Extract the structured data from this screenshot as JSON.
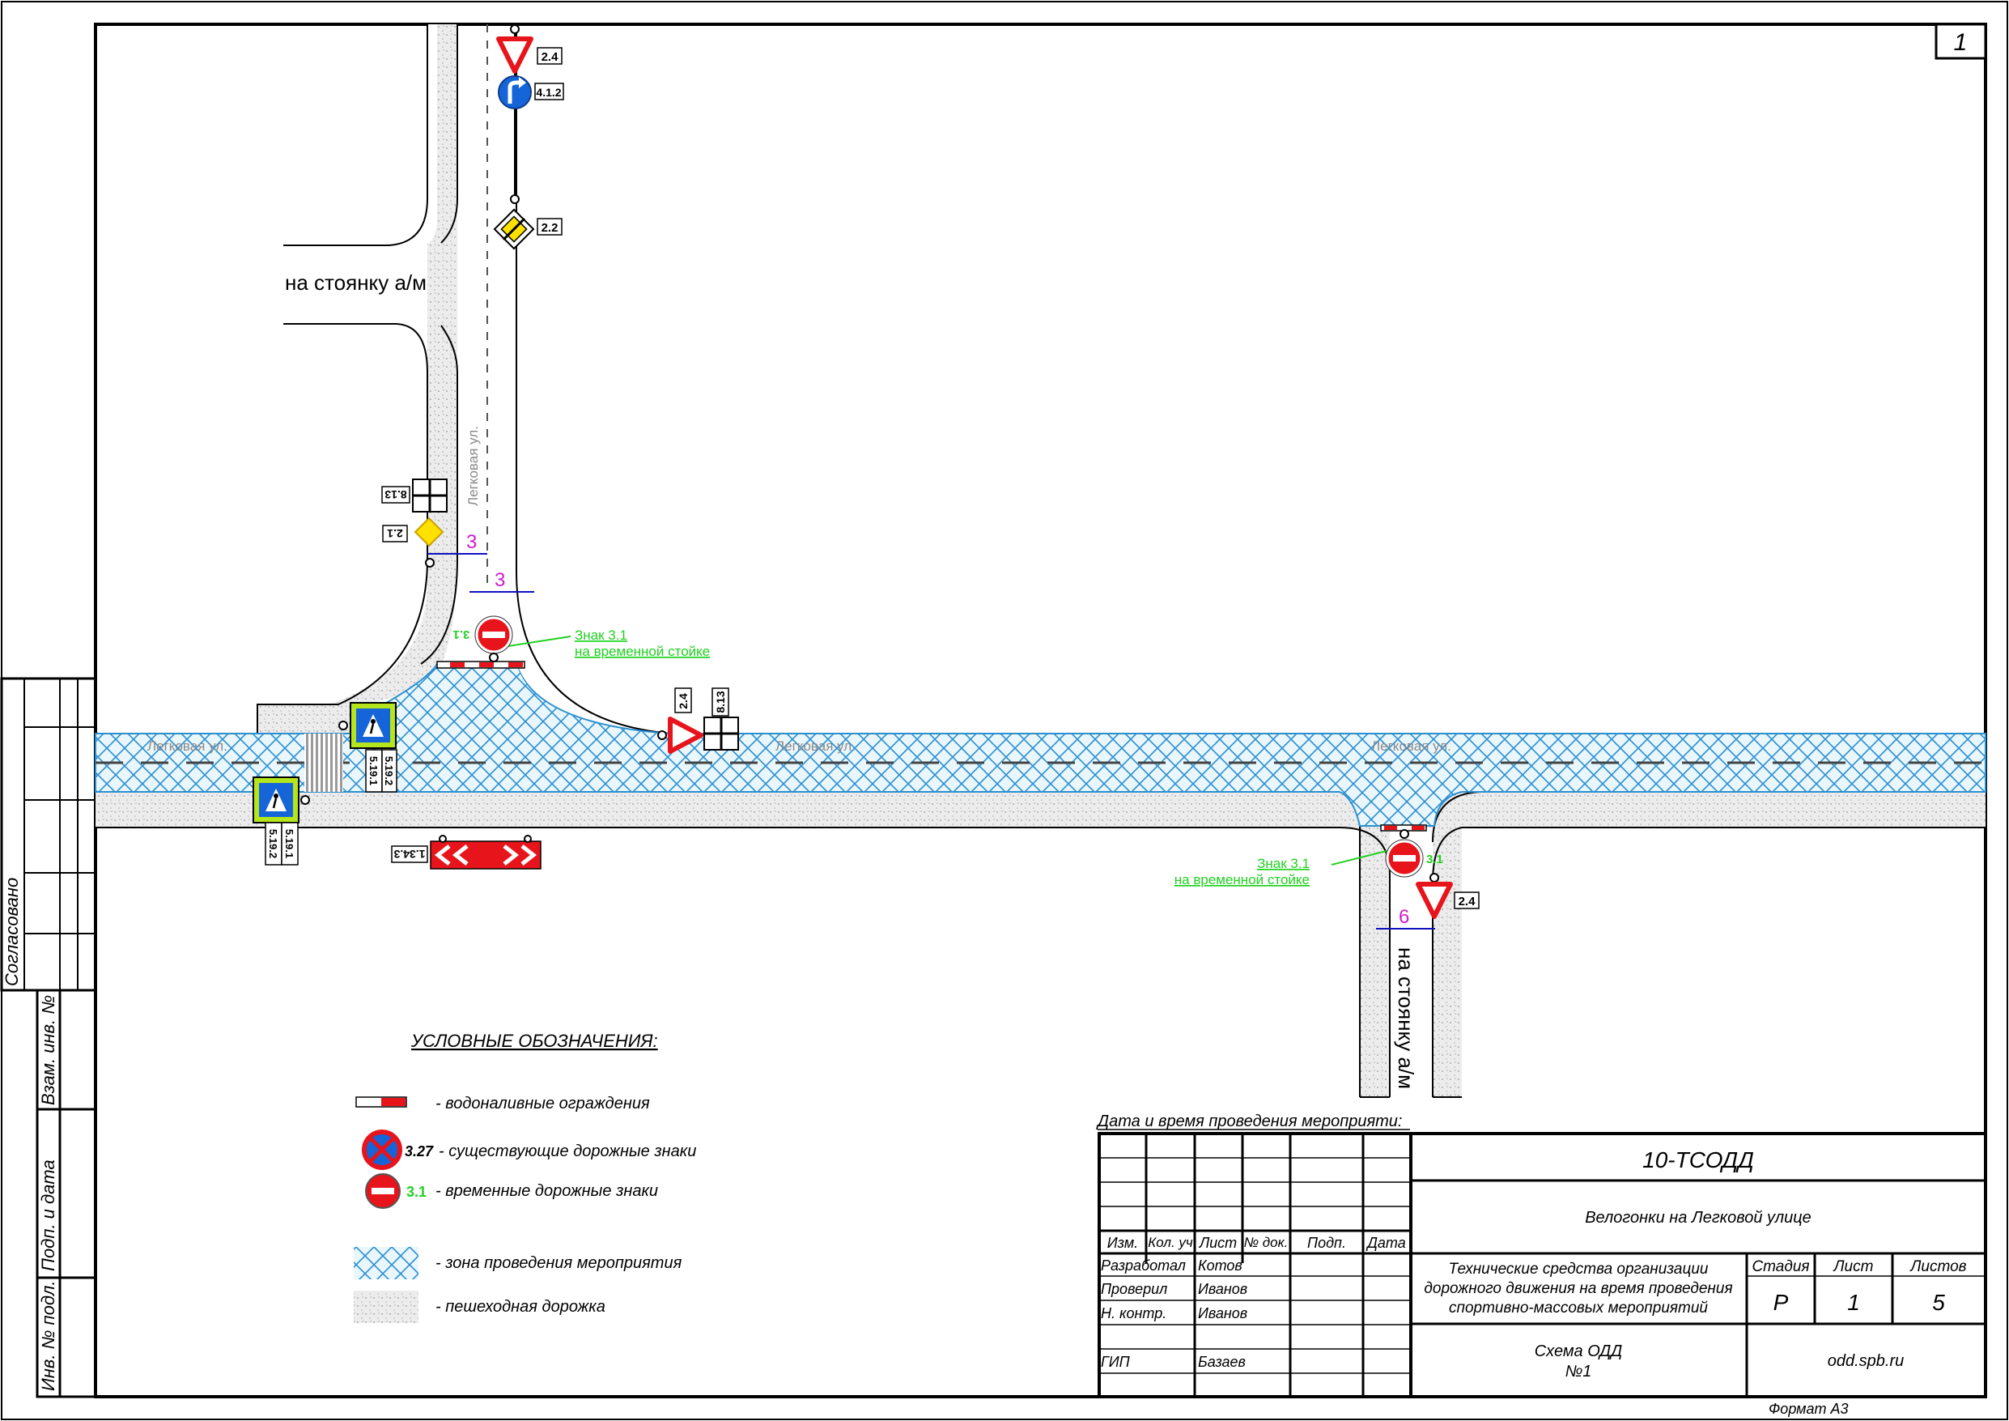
{
  "sheet": {
    "number": "1",
    "format": "Формат А3"
  },
  "streets": {
    "legkovaya_vertical": "Легковая ул.",
    "legkovaya_horizontal_left": "Легковая ул.",
    "legkovaya_horizontal_mid": "Легковая ул.",
    "legkovaya_horizontal_right": "Легковая ул."
  },
  "directions": {
    "parking_left": "на стоянку а/м",
    "parking_bottom": "на стоянку а/м"
  },
  "dimensions": {
    "d1": "3",
    "d2": "3",
    "d3": "6"
  },
  "notes": {
    "temp_sign_top_1": "Знак 3.1",
    "temp_sign_top_2": "на временной стойке",
    "temp_sign_bottom_1": "Знак 3.1",
    "temp_sign_bottom_2": "на временной стойке"
  },
  "sign_codes": {
    "s_2_4_top": "2.4",
    "s_4_1_2": "4.1.2",
    "s_2_2": "2.2",
    "s_8_13_left": "8.13",
    "s_2_1": "2.1",
    "s_3_1_top": "3.1",
    "s_2_4_mid": "2.4",
    "s_8_13_mid": "8.13",
    "s_5_19_1": "5.19.1",
    "s_5_19_2_top": "5.19.2",
    "s_5_19_2_bottom": "5.19.2",
    "s_1_34_3": "1.34.3",
    "s_3_1_bottom": "3.1",
    "s_2_4_bottom": "2.4"
  },
  "legend": {
    "title": "УСЛОВНЫЕ ОБОЗНАЧЕНИЯ:",
    "barrier": "- водоналивные ограждения",
    "existing_code": "3.27",
    "existing": "- существующие дорожные знаки",
    "temporary_code": "3.1",
    "temporary": "- временные дорожные знаки",
    "zone": "- зона проведения мероприятия",
    "sidewalk": "- пешеходная дорожка"
  },
  "side_stamp": {
    "agreed": "Согласовано",
    "swap_inv": "Взам. инв. №",
    "sign_date": "Подп. и дата",
    "inv_orig": "Инв. № подл."
  },
  "title_block": {
    "date_caption": "Дата и время проведения мероприяти:",
    "code": "10-ТСОДД",
    "event": "Велогонки на Легковой улице",
    "desc_1": "Технические средства организации",
    "desc_2": "дорожного движения на время проведения",
    "desc_3": "спортивно-массовых мероприятий",
    "scheme_1": "Схема ОДД",
    "scheme_2": "№1",
    "site": "odd.spb.ru",
    "stage_h": "Стадия",
    "sheet_h": "Лист",
    "sheets_h": "Листов",
    "stage": "Р",
    "sheet": "1",
    "sheets": "5",
    "col_izm": "Изм.",
    "col_kol": "Кол. уч",
    "col_list": "Лист",
    "col_doc": "№ док.",
    "col_sign": "Подп.",
    "col_date": "Дата",
    "role_dev": "Разработал",
    "role_chk": "Проверил",
    "role_nctl": "Н. контр.",
    "role_gip": "ГИП",
    "name_dev": "Котов",
    "name_chk": "Иванов",
    "name_nctl": "Иванов",
    "name_gip": "Базаев"
  },
  "colors": {
    "zone_hatch": "#2a8fd0",
    "sign_red": "#e8141c",
    "sign_blue": "#1565d8",
    "sign_yellow": "#ffe100",
    "annotation_green": "#1fd11f",
    "dimension_magenta": "#d21bd2"
  }
}
